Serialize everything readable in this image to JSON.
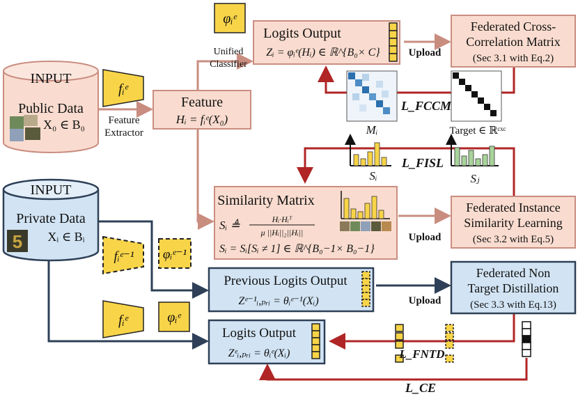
{
  "inputs": {
    "public": {
      "badge": "INPUT",
      "title": "Public Data",
      "formula": "X₀ ∈ B₀"
    },
    "private": {
      "badge": "INPUT",
      "title": "Private Data",
      "formula": "Xᵢ ∈ Bᵢ"
    }
  },
  "labels": {
    "feature_extractor_1": "Feature",
    "feature_extractor_2": "Extractor",
    "unified_1": "Unified",
    "unified_2": "Classifier",
    "upload_1": "Upload",
    "upload_2": "Upload",
    "upload_3": "Upload"
  },
  "symbols": {
    "f_e": "fᵢᵉ",
    "phi_e": "φᵢᵉ",
    "f_e_prev": "fᵢᵉ⁻¹",
    "phi_e_prev": "φᵢᵉ⁻¹",
    "M_i": "Mᵢ",
    "S_i": "Sᵢ",
    "S_j": "Sⱼ",
    "target": "Target ∈ ℝᶜˣᶜ"
  },
  "boxes": {
    "feature": {
      "title": "Feature",
      "formula": "Hᵢ = fᵢᵉ(X₀)"
    },
    "logits_top": {
      "title": "Logits Output",
      "formula": "Zᵢ = φᵢᵉ(Hᵢ) ∈ ℝ^{B₀× C}"
    },
    "fccm": {
      "line1": "Federated Cross-",
      "line2": "Correlation Matrix",
      "line3": "(Sec 3.1 with Eq.2)"
    },
    "similarity": {
      "title": "Similarity Matrix",
      "formula1": "Sᵢ ≜",
      "frac_num": "Hᵢ·Hᵢᵀ",
      "frac_den": "μ ||Hᵢ||₂||Hᵢ||",
      "formula2": "Sᵢ = Sᵢ[Sᵢ ≠ 1] ∈ ℝ^{B₀−1× B₀−1}"
    },
    "fisl": {
      "line1": "Federated Instance",
      "line2": "Similarity Learning",
      "line3": "(Sec 3.2 with Eq.5)"
    },
    "prev_logits": {
      "title": "Previous Logits Output",
      "formula": "Zᵉ⁻¹ᵢ,ₚᵣᵢ = θᵢᵉ⁻¹(Xᵢ)"
    },
    "fntd": {
      "line1": "Federated Non",
      "line2": "Target Distillation",
      "line3": "(Sec 3.3 with Eq.13)"
    },
    "logits_bottom": {
      "title": "Logits Output",
      "formula": "Zᵉᵢ,ₚᵣᵢ = θᵢᵉ(Xᵢ)"
    }
  },
  "losses": {
    "fccm": "L_FCCM",
    "fisl": "L_FISL",
    "fntd": "L_FNTD",
    "ce": "L_CE"
  },
  "colors": {
    "peach_fill": "#f9dccf",
    "peach_stroke": "#c98d80",
    "blue_fill": "#d2e4f4",
    "navy": "#2e4057",
    "red": "#b02525",
    "yellow": "#f8d448",
    "green": "#a8d49a"
  }
}
